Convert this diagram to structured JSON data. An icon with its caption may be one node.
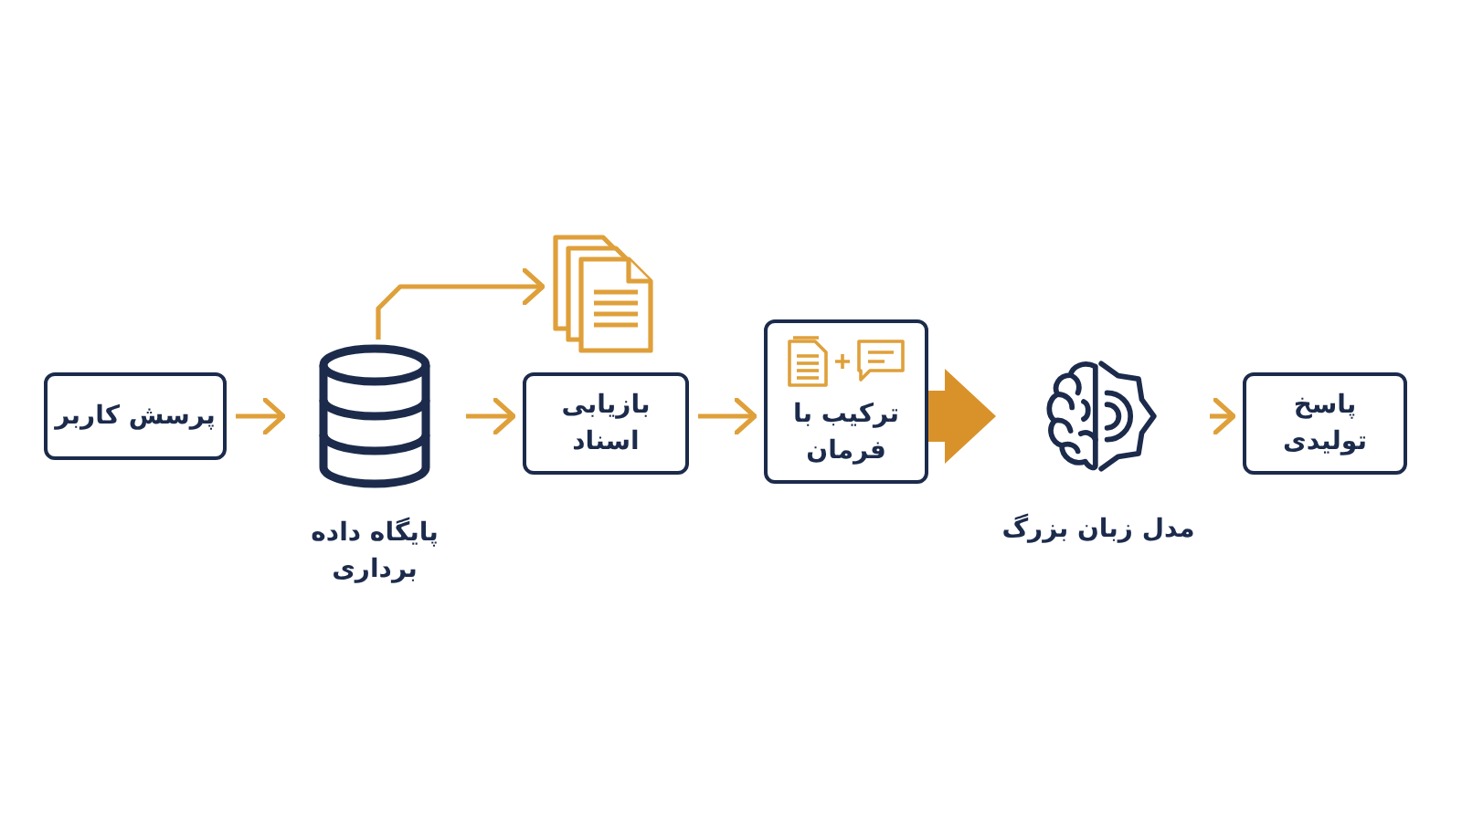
{
  "diagram": {
    "nodes": [
      {
        "text": [
          "پرسش کاربر"
        ]
      },
      {
        "text": [
          "پایگاه داده برداری"
        ]
      },
      {
        "text": [],
        "shape": "picture"
      },
      {
        "text": [
          "بازیابی اسناد"
        ]
      },
      {
        "text": [
          "ترکیب با فرمان"
        ]
      },
      {
        "text": [
          "مدل زبان بزرگ"
        ]
      },
      {
        "text": [
          "پاسخ تولیدی"
        ]
      }
    ],
    "edges": [
      {
        "from": 0,
        "to": 1,
        "arrow": "to"
      },
      {
        "from": 1,
        "to": 2,
        "arrow": "to"
      },
      {
        "from": 1,
        "to": 3,
        "arrow": "to"
      },
      {
        "from": 3,
        "to": 4,
        "arrow": "to"
      },
      {
        "from": 4,
        "to": 5,
        "arrow": "to",
        "style": "thick"
      },
      {
        "from": 5,
        "to": 6,
        "arrow": "to"
      }
    ]
  }
}
